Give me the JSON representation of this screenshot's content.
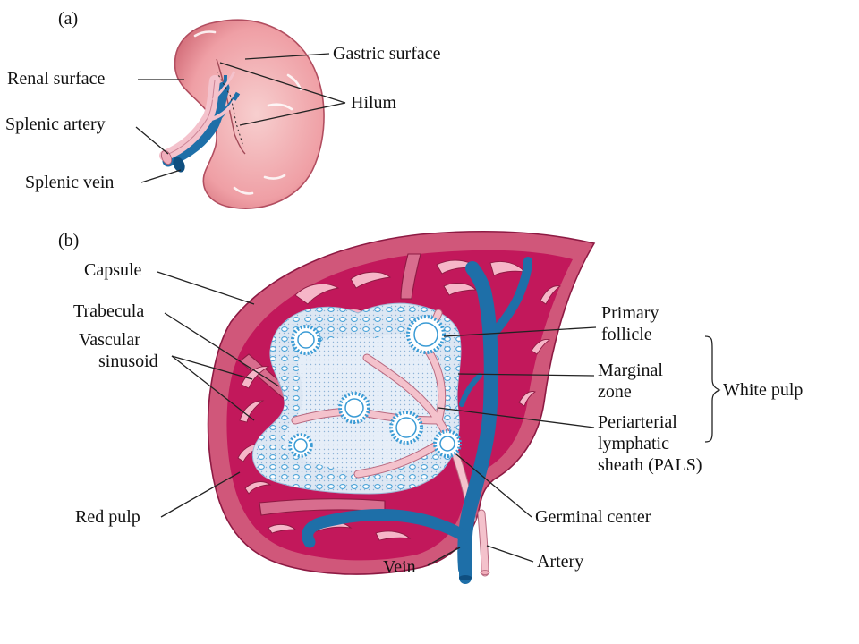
{
  "figure": {
    "panel_a": {
      "letter": "(a)",
      "labels": {
        "gastric_surface": "Gastric surface",
        "renal_surface": "Renal surface",
        "hilum": "Hilum",
        "splenic_artery": "Splenic artery",
        "splenic_vein": "Splenic vein"
      }
    },
    "panel_b": {
      "letter": "(b)",
      "labels": {
        "capsule": "Capsule",
        "trabecula": "Trabecula",
        "vascular_sinusoid_l1": "Vascular",
        "vascular_sinusoid_l2": "sinusoid",
        "red_pulp": "Red pulp",
        "primary_follicle_l1": "Primary",
        "primary_follicle_l2": "follicle",
        "marginal_zone_l1": "Marginal",
        "marginal_zone_l2": "zone",
        "pals_l1": "Periarterial",
        "pals_l2": "lymphatic",
        "pals_l3": "sheath (PALS)",
        "white_pulp": "White pulp",
        "germinal_center": "Germinal center",
        "vein": "Vein",
        "artery": "Artery"
      }
    },
    "colors": {
      "tissue_pink": "#f2b6b8",
      "red_pulp_crimson": "#c2185b",
      "capsule_pink": "#d0577a",
      "white_pulp": "#dde7f3",
      "vein_blue": "#1e6fa8",
      "artery_pink": "#f4c2cc",
      "follicle_blue": "#3a9bd5"
    }
  }
}
